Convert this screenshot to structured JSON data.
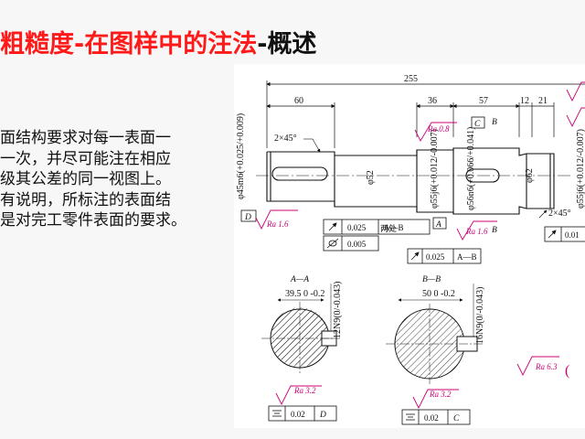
{
  "title": {
    "part1": "粗糙度",
    "dash1": "-",
    "part2": "在图样中的注法",
    "dash2": "-",
    "part3": "概述"
  },
  "body_lines": [
    "面结构要求对每一表面一",
    "一次，并尽可能注在相应",
    "级其公差的同一视图上。",
    "有说明，所标注的表面结",
    "是对完工零件表面的要求。"
  ],
  "drawing": {
    "dims": {
      "total_length": "255",
      "d60": "60",
      "d36": "36",
      "d57": "57",
      "d12": "12",
      "d21": "21",
      "chamfer_left": "2×45°",
      "chamfer_right": "2×45°",
      "dia_left": "φ45m6(+0.025/+0.009)",
      "dia_52": "φ52",
      "dia_55j6_mid": "φ55j6(+0.012/-0.007)",
      "dia_56n6": "φ56n6(+0.066/+0.041)",
      "dia_62": "φ62",
      "dia_55j6_right": "φ55j6(+0.012/-0.007)",
      "two_places": "两处"
    },
    "datums": {
      "d": "D",
      "a": "A",
      "b": "B",
      "c": "C"
    },
    "roughness": {
      "ra08": "Ra 0.8",
      "ra16_left": "Ra 1.6",
      "ra16_mid": "Ra 1.6",
      "ra32_left": "Ra 3.2",
      "ra32_right": "Ra 3.2",
      "ra63": "Ra 6.3",
      "ra_partial": "("
    },
    "tolerance_frames": {
      "runout1": {
        "value": "0.025",
        "ref": "A—B"
      },
      "cyl": {
        "value": "0.005",
        "ref": ""
      },
      "runout2": {
        "value": "0.025",
        "ref": "A—B"
      },
      "right_partial": {
        "value": "0.01",
        "ref": ""
      },
      "sym_left": {
        "value": "0.02",
        "ref": "D"
      },
      "sym_right": {
        "value": "0.02",
        "ref": "C"
      }
    },
    "sections": {
      "aa_label": "A—A",
      "aa_dim": "39.5 0 -0.2",
      "aa_key": "12N9(0/-0.043)",
      "bb_label": "B—B",
      "bb_dim": "50 0 -0.2",
      "bb_key": "16N9(0/-0.043)"
    }
  }
}
